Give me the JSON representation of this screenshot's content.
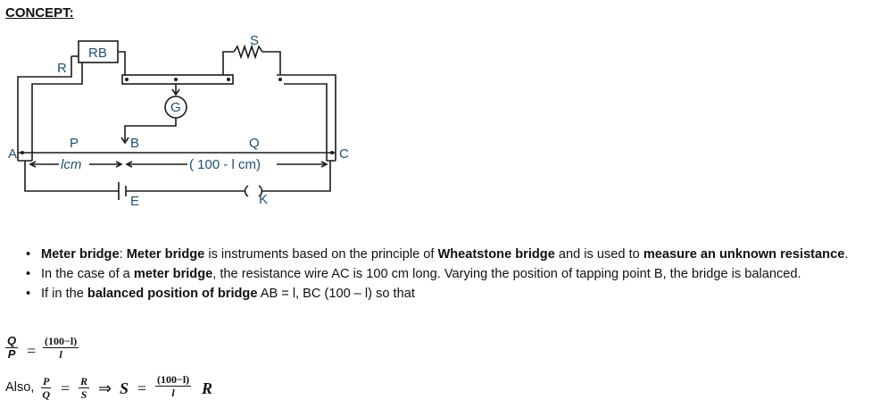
{
  "heading": "CONCEPT:",
  "diagram": {
    "labels": {
      "rb": "RB",
      "r": "R",
      "s": "S",
      "g": "G",
      "a": "A",
      "c": "C",
      "p": "P",
      "b": "B",
      "q": "Q",
      "e": "E",
      "k": "K",
      "l_cm": "lcm",
      "rest": "( 100 - l cm)"
    }
  },
  "bullets": [
    {
      "b1_bold1": "Meter bridge",
      "b1_t1": ": ",
      "b1_bold2": "Meter bridge",
      "b1_t2": " is instruments based on the principle of ",
      "b1_bold3": "Wheatstone bridge",
      "b1_t3": " and is used to ",
      "b1_bold4": "measure an unknown resistance",
      "b1_t4": "."
    },
    {
      "b2_t1": "In the case of a ",
      "b2_bold1": "meter bridge",
      "b2_t2": ", the resistance wire AC is 100 cm long. Varying the position of tapping point B, the bridge is balanced."
    },
    {
      "b3_t1": "If in the ",
      "b3_bold1": "balanced position of bridge",
      "b3_t2": " AB = l, BC (100 – l) so that"
    }
  ],
  "equations": {
    "eq1_num_left": "Q",
    "eq1_den_left": "P",
    "eq1_equals": "=",
    "eq1_num_right": "(100−l)",
    "eq1_den_right": "l",
    "eq2_prefix": "Also,",
    "eq2_p": "P",
    "eq2_q": "Q",
    "eq2_eq1": "=",
    "eq2_r": "R",
    "eq2_s": "S",
    "eq2_arrow": "⇒",
    "eq2_S": "S",
    "eq2_eq2": "=",
    "eq2_num": "(100−l)",
    "eq2_den": "l",
    "eq2_R": "R"
  }
}
